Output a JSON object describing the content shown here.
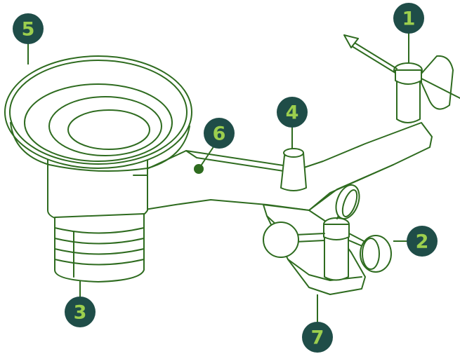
{
  "callouts": [
    {
      "id": "1",
      "number": "1"
    },
    {
      "id": "2",
      "number": "2"
    },
    {
      "id": "3",
      "number": "3"
    },
    {
      "id": "4",
      "number": "4"
    },
    {
      "id": "5",
      "number": "5"
    },
    {
      "id": "6",
      "number": "6"
    },
    {
      "id": "7",
      "number": "7"
    }
  ],
  "colors": {
    "outline": "#2e6b1f",
    "badge_fill": "#1f4d48",
    "badge_text": "#9ccf4e",
    "background": "#ffffff"
  }
}
